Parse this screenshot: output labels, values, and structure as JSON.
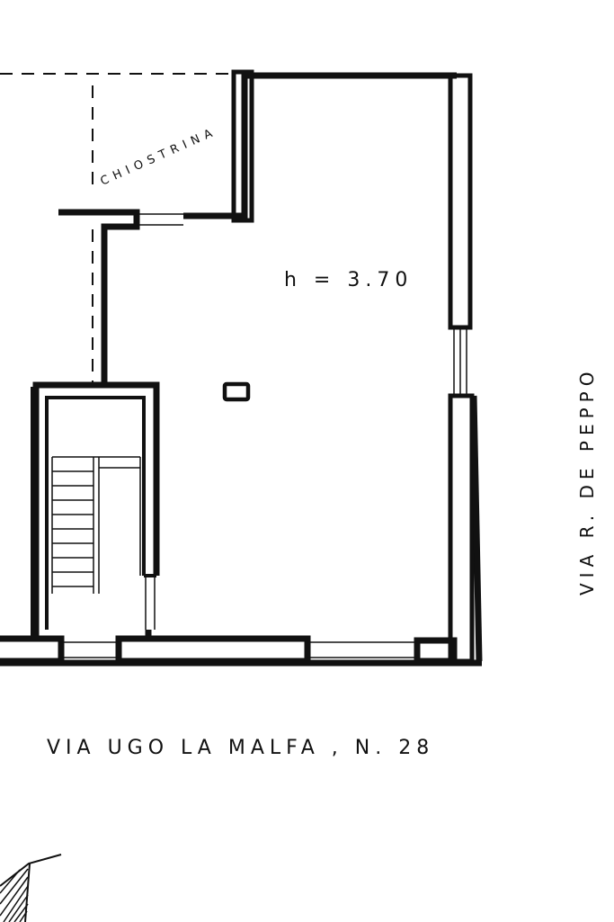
{
  "labels": {
    "courtyard": "CHIOSTRINA",
    "ceiling_height": "h = 3.70",
    "street_front": "VIA UGO LA MALFA , N. 28",
    "street_side": "VIA R. DE PEPPO"
  },
  "colors": {
    "ink": "#111111",
    "paper": "#ffffff"
  }
}
